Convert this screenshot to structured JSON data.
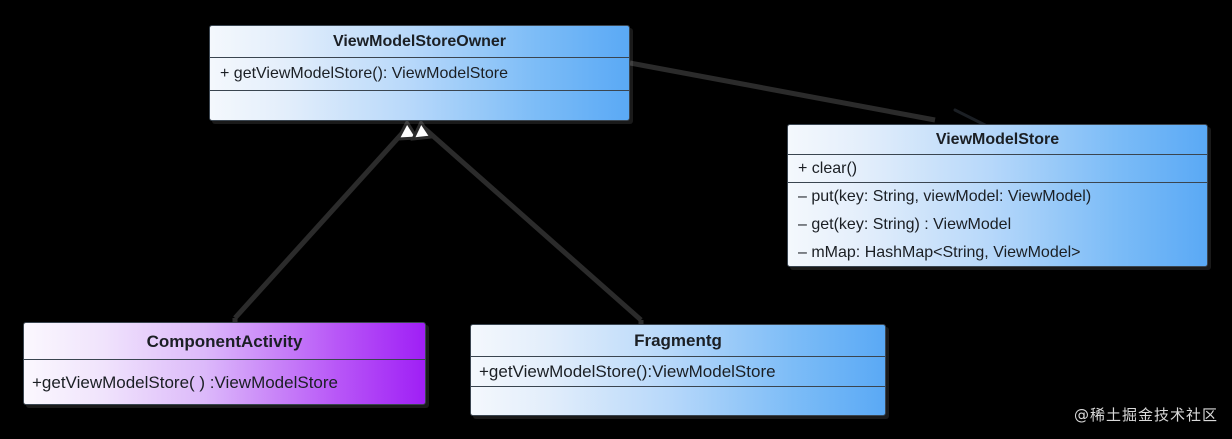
{
  "diagram": {
    "title": "ViewModelStoreOwner UML class diagram",
    "background": "#000000",
    "watermark": "@稀土掘金技术社区"
  },
  "classes": {
    "view_model_store_owner": {
      "name": "ViewModelStoreOwner",
      "members": [
        "+ getViewModelStore(): ViewModelStore"
      ],
      "empty_compartment": "",
      "fill_start": "#f4f8fd",
      "fill_end": "#5aa9f5"
    },
    "view_model_store": {
      "name": "ViewModelStore",
      "public_members": [
        "+ clear()"
      ],
      "private_members": [
        "– put(key: String, viewModel: ViewModel)",
        "– get(key: String) : ViewModel",
        "– mMap: HashMap<String, ViewModel>"
      ],
      "fill_start": "#f4f8fd",
      "fill_end": "#5aa9f5"
    },
    "component_activity": {
      "name": "ComponentActivity",
      "members": [
        "+getViewModelStore( ) :ViewModelStore"
      ],
      "fill_start": "#fbf8fe",
      "fill_end": "#9f1ff5"
    },
    "fragment": {
      "name": "Fragmentg",
      "members": [
        "+getViewModelStore():ViewModelStore"
      ],
      "empty_compartment": "",
      "fill_start": "#f4f8fd",
      "fill_end": "#5aa9f5"
    }
  },
  "relationships": [
    {
      "id": "ca-implements-vmso",
      "from": "ComponentActivity",
      "to": "ViewModelStoreOwner",
      "type": "generalization",
      "arrow": "hollow-triangle"
    },
    {
      "id": "frag-implements-vmso",
      "from": "Fragmentg",
      "to": "ViewModelStoreOwner",
      "type": "generalization",
      "arrow": "hollow-triangle"
    },
    {
      "id": "vmso-uses-vms",
      "from": "ViewModelStoreOwner",
      "to": "ViewModelStore",
      "type": "association",
      "arrow": "open-arrow"
    }
  ],
  "colors": {
    "line": "#2b2b2b",
    "border": "#3a4550",
    "text": "#1b1f24",
    "background": "#000000"
  }
}
